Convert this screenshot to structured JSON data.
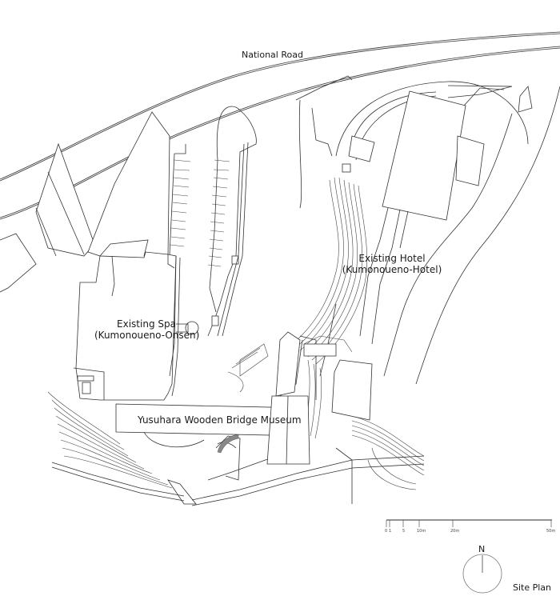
{
  "labels": {
    "road": "National Road",
    "spa_name": "Existing Spa",
    "spa_sub": "(Kumonoueno-Onsen)",
    "hotel_name": "Existing Hotel",
    "hotel_sub": "(Kumonoueno-Hotel)",
    "museum": "Yusuhara Wooden Bridge Museum"
  },
  "scale_bar": {
    "ticks": [
      "0",
      "1",
      "5",
      "10m",
      "20m",
      "50m"
    ]
  },
  "north_arrow": {
    "label": "N"
  },
  "title": "Site Plan"
}
